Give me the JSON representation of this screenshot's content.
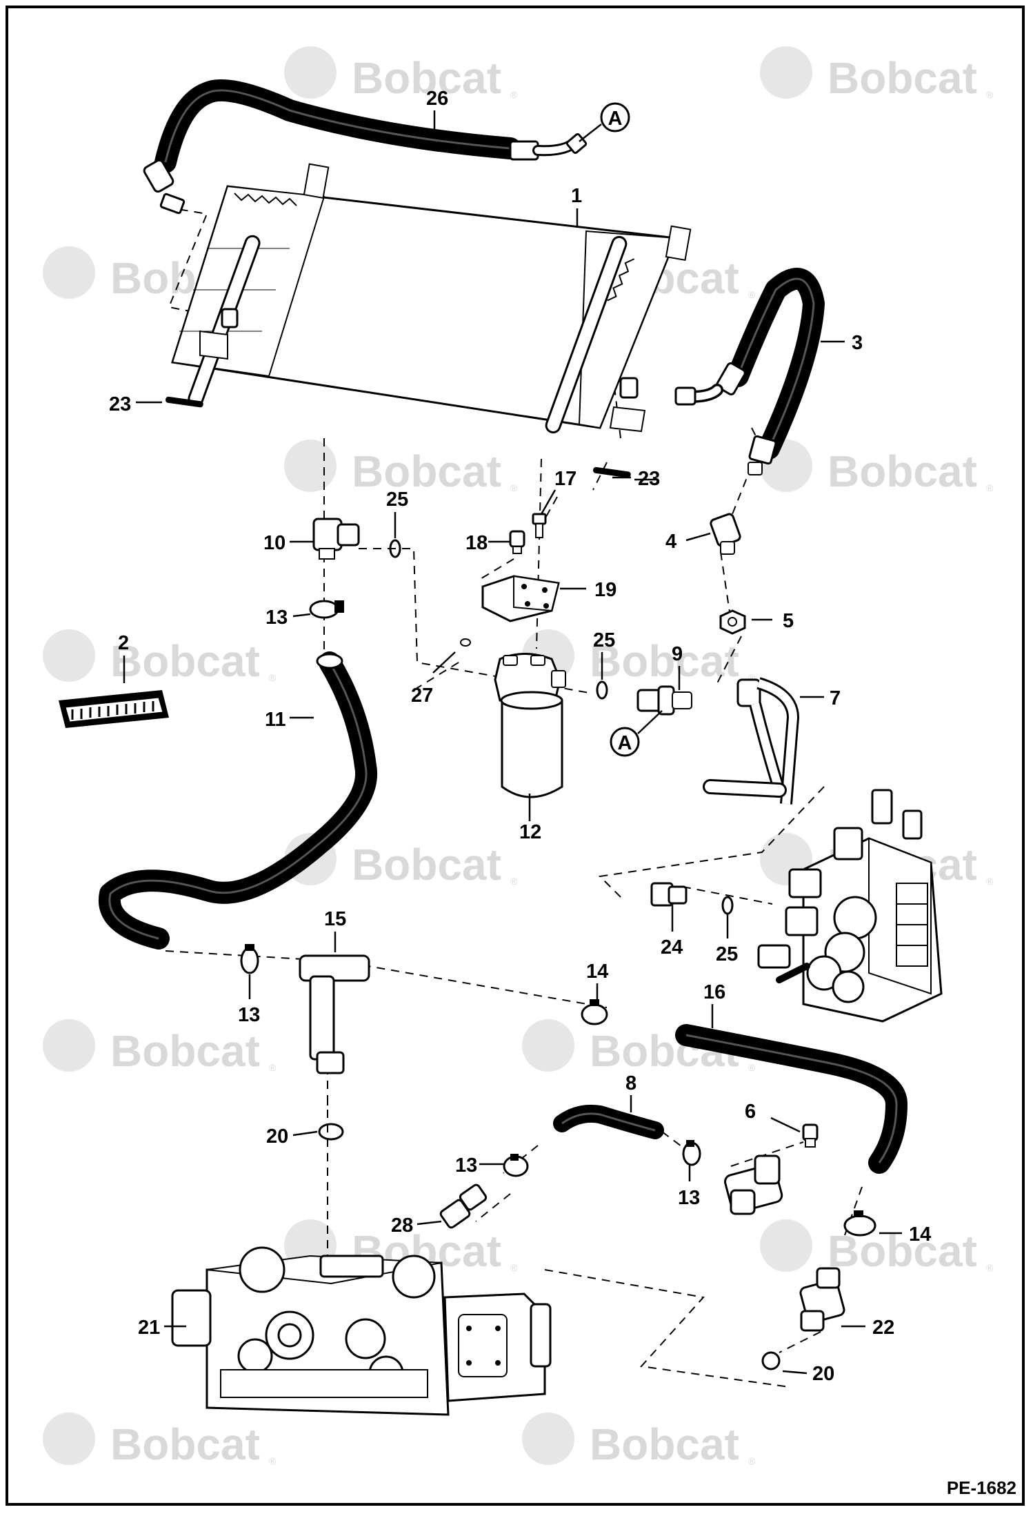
{
  "document_id": "PE-1682",
  "watermark": {
    "brand": "Bobcat",
    "registered_mark": "®"
  },
  "reference_marker": "A",
  "callouts": {
    "c1": "1",
    "c2": "2",
    "c3": "3",
    "c4": "4",
    "c5": "5",
    "c6": "6",
    "c7": "7",
    "c8": "8",
    "c9": "9",
    "c10": "10",
    "c11": "11",
    "c12": "12",
    "c13a": "13",
    "c13b": "13",
    "c13c": "13",
    "c13d": "13",
    "c14a": "14",
    "c14b": "14",
    "c15": "15",
    "c16": "16",
    "c17": "17",
    "c18": "18",
    "c19": "19",
    "c20a": "20",
    "c20b": "20",
    "c21": "21",
    "c22": "22",
    "c23a": "23",
    "c23b": "23",
    "c24": "24",
    "c25a": "25",
    "c25b": "25",
    "c25c": "25",
    "c26": "26",
    "c27": "27",
    "c28": "28"
  }
}
